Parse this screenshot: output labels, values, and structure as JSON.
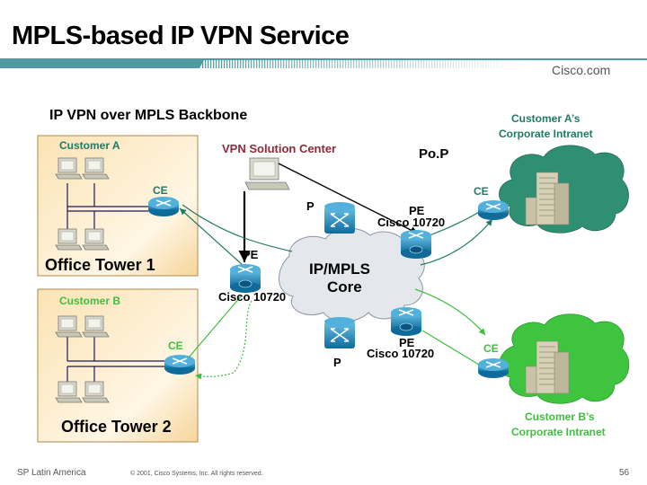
{
  "slide": {
    "title": "MPLS-based IP VPN Service",
    "brand": "Cisco.com",
    "subtitle": "IP VPN over MPLS Backbone"
  },
  "diagram": {
    "sites": {
      "office_tower_1": {
        "customer": "Customer A",
        "name": "Office Tower 1",
        "router": "CE"
      },
      "office_tower_2": {
        "customer": "Customer B",
        "name": "Office Tower 2",
        "router": "CE"
      }
    },
    "management": {
      "label": "VPN Solution Center"
    },
    "pop": {
      "label": "Po.P"
    },
    "core": {
      "line1": "IP/MPLS",
      "line2": "Core"
    },
    "provider_routers": {
      "p_top": "P",
      "p_bottom": "P",
      "pe_left": {
        "role": "PE",
        "model": "Cisco 10720"
      },
      "pe_right_top": {
        "role": "PE",
        "model": "Cisco 10720"
      },
      "pe_right_bottom": {
        "role": "PE",
        "model": "Cisco 10720"
      }
    },
    "intranets": {
      "customer_a": {
        "line1": "Customer A’s",
        "line2": "Corporate Intranet",
        "router": "CE"
      },
      "customer_b": {
        "line1": "Customer B’s",
        "line2": "Corporate Intranet",
        "router": "CE"
      }
    },
    "colors": {
      "customer_a": "#1f7a66",
      "customer_b": "#3fbf3f",
      "management": "#8b2b3a",
      "cloud_a": "#2f8f72",
      "cloud_b": "#3ec43e",
      "router": "#1a86b8",
      "office_bg": "#fbe3b4"
    }
  },
  "footer": {
    "left": "SP Latin America",
    "copyright": "© 2001, Cisco Systems, Inc. All rights reserved.",
    "page": "56"
  }
}
